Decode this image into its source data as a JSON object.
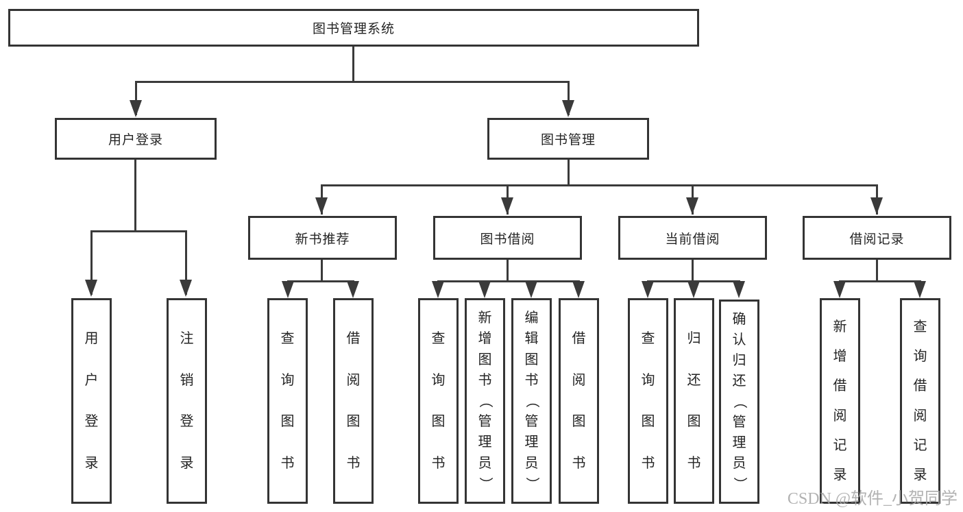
{
  "tree": {
    "root": "图书管理系统",
    "branches": [
      {
        "label": "用户登录",
        "children": [
          {
            "label": "用户登录"
          },
          {
            "label": "注销登录"
          }
        ]
      },
      {
        "label": "图书管理",
        "children": [
          {
            "label": "新书推荐",
            "children": [
              {
                "label": "查询图书"
              },
              {
                "label": "借阅图书"
              }
            ]
          },
          {
            "label": "图书借阅",
            "children": [
              {
                "label": "查询图书"
              },
              {
                "label": "新增图书（管理员）"
              },
              {
                "label": "编辑图书（管理员）"
              },
              {
                "label": "借阅图书"
              }
            ]
          },
          {
            "label": "当前借阅",
            "children": [
              {
                "label": "查询图书"
              },
              {
                "label": "归还图书"
              },
              {
                "label": "确认归还（管理员）"
              }
            ]
          },
          {
            "label": "借阅记录",
            "children": [
              {
                "label": "新增借阅记录"
              },
              {
                "label": "查询借阅记录"
              }
            ]
          }
        ]
      }
    ]
  },
  "watermark": "CSDN @软件_小贺同学",
  "colors": {
    "line": "#3a3a3a",
    "border": "#343434",
    "text": "#242424",
    "background": "#ffffff",
    "watermark": "#a8a8a8"
  }
}
